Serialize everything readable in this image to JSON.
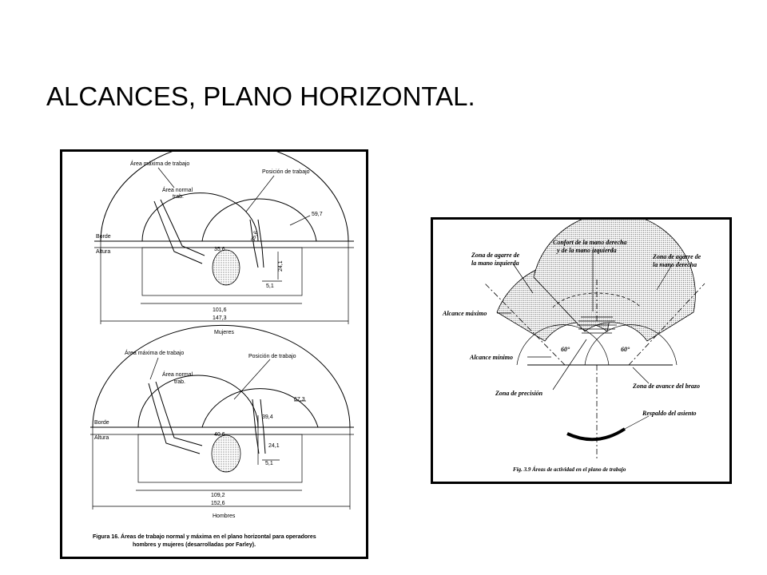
{
  "slide": {
    "title": "ALCANCES, PLANO HORIZONTAL."
  },
  "left_figure": {
    "women": {
      "label_max_area": "Área máxima de trabajo",
      "label_work_pos": "Posición de trabajo",
      "label_normal_1": "Área normal",
      "label_normal_2": "trab.",
      "label_edge": "Borde",
      "label_height": "Altura",
      "dim_a": "59,7",
      "dim_b": "35,6",
      "dim_c": "35,6",
      "dim_d": "24,1",
      "dim_e": "5,1",
      "dim_f": "101,6",
      "dim_g": "147,3",
      "caption": "Mujeres"
    },
    "men": {
      "label_max_area": "Área máxima de trabajo",
      "label_work_pos": "Posición de trabajo",
      "label_normal_1": "Área normal",
      "label_normal_2": "trab.",
      "label_edge": "Borde",
      "label_height": "Altura",
      "dim_a": "67,3",
      "dim_b": "40,6",
      "dim_c": "39,4",
      "dim_d": "24,1",
      "dim_e": "5,1",
      "dim_f": "109,2",
      "dim_g": "152,6",
      "caption": "Hombres"
    },
    "caption_line1": "Figura 16.  Áreas de trabajo normal y máxima en el plano horizontal para operadores",
    "caption_line2": "hombres y mujeres (desarrolladas por Farley)."
  },
  "right_figure": {
    "comfort_1": "Confort de la mano derecha",
    "comfort_2": "y de la mano izquierda",
    "left_grip_1": "Zona de agarre de",
    "left_grip_2": "la mano izquierda",
    "right_grip_1": "Zona de agarre de",
    "right_grip_2": "la mano derecha",
    "max_reach": "Alcance máximo",
    "min_reach": "Alcance mínimo",
    "angle_left": "60°",
    "angle_right": "60°",
    "arm_advance": "Zona de avance del brazo",
    "precision": "Zona de precisión",
    "backrest": "Respaldo del asiento",
    "caption": "Fig. 3.9  Áreas de actividad en el plano de trabajo"
  }
}
